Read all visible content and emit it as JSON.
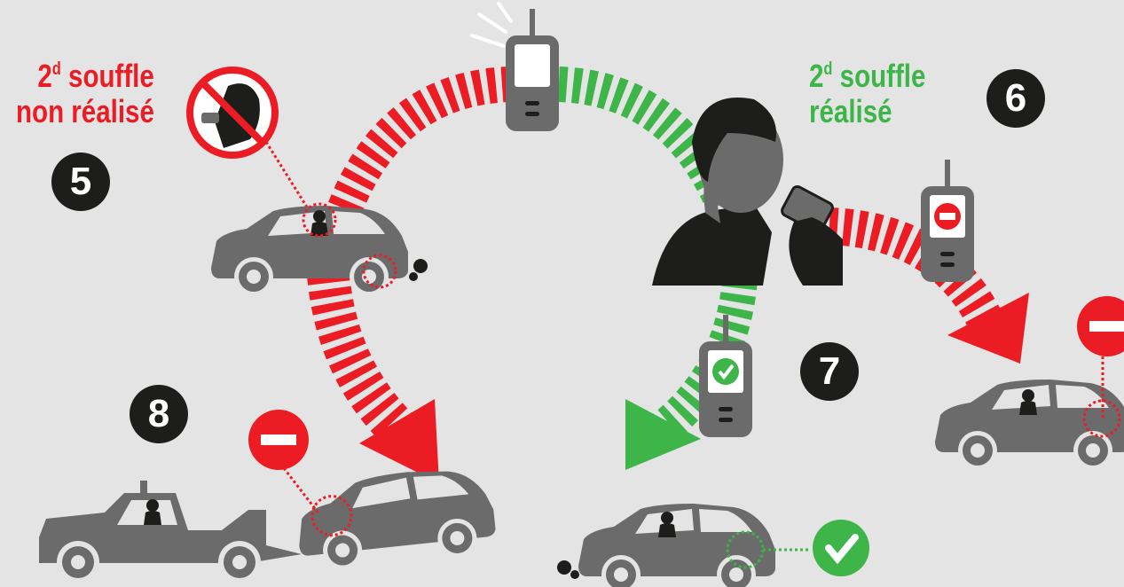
{
  "steps": {
    "step5": "5",
    "step6": "6",
    "step7": "7",
    "step8": "8"
  },
  "labels": {
    "left": {
      "ordinal": "2",
      "suffix": "d",
      "line1_rest": " souffle",
      "line2": "non réalisé"
    },
    "right": {
      "ordinal": "2",
      "suffix": "d",
      "line1_rest": " souffle",
      "line2": "réalisé"
    }
  },
  "colors": {
    "background": "#e4e4e4",
    "red": "#ec1c24",
    "green": "#3db549",
    "grey": "#6b6b6b",
    "dark": "#1d1d1b"
  },
  "icons": [
    "breathalyzer-icon",
    "car-icon",
    "tow-truck-icon",
    "no-entry-icon",
    "check-icon",
    "no-smoking-person-icon",
    "person-blowing-icon",
    "exhaust-smoke-icon"
  ]
}
